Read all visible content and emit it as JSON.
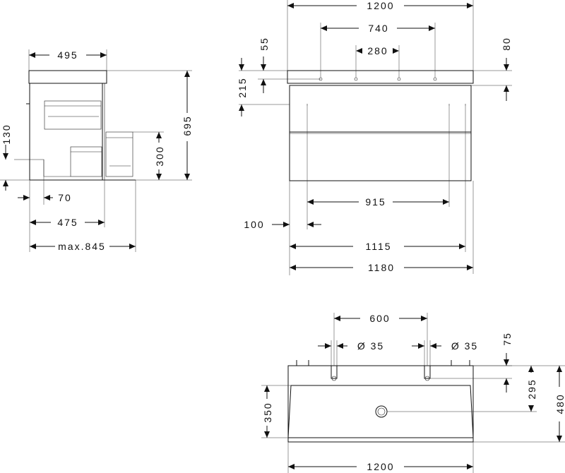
{
  "dimensions": {
    "side": {
      "top_width": "495",
      "total_height": "695",
      "drawer_height": "300",
      "left_130": "130",
      "bottom_70": "70",
      "depth_475": "475",
      "max_depth": "max.845"
    },
    "front": {
      "width_1200": "1200",
      "tap_spacing": "740",
      "inner_spacing": "280",
      "height_55": "55",
      "height_80": "80",
      "height_215": "215",
      "bracket_915": "915",
      "left_100": "100",
      "width_1115": "1115",
      "width_1180": "1180"
    },
    "top": {
      "hole_spacing": "600",
      "hole_left": "Ø 35",
      "hole_right": "Ø 35",
      "depth_75": "75",
      "depth_295": "295",
      "depth_480": "480",
      "depth_350": "350",
      "width_1200": "1200"
    }
  }
}
